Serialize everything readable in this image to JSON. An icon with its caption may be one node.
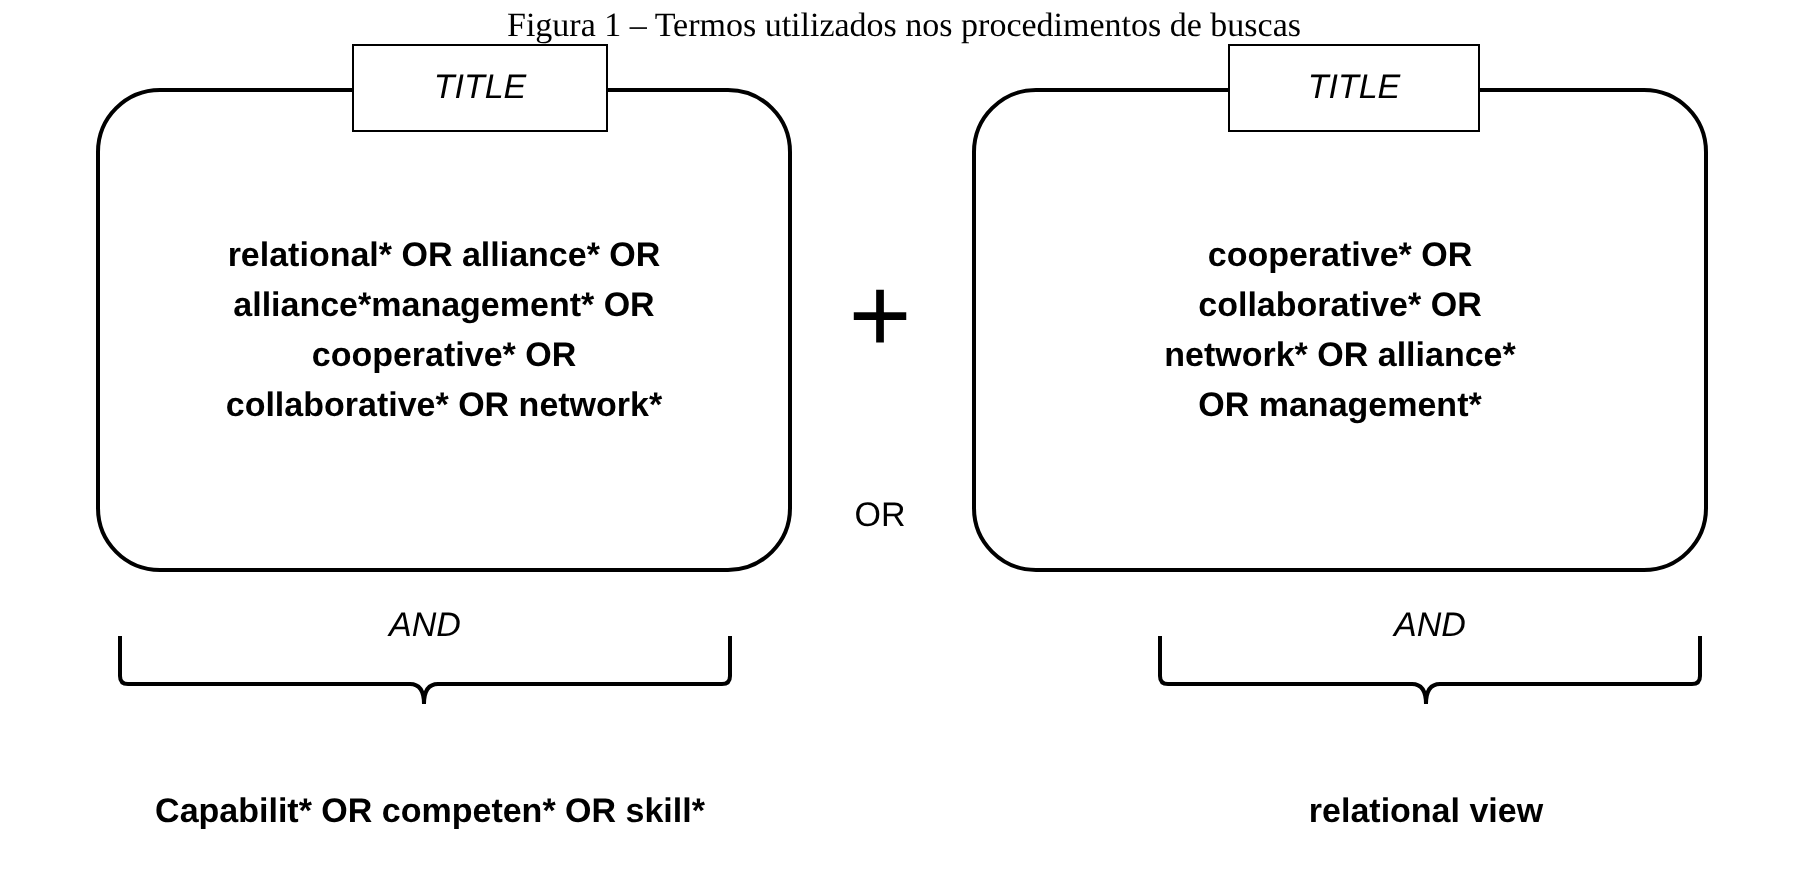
{
  "diagram": {
    "title": "Figura 1 – Termos utilizados nos procedimentos de buscas",
    "nodes": [
      {
        "text": [
          "TITLE"
        ]
      },
      {
        "text": [
          "relational* OR alliance* OR alliance*management* OR cooperative* OR collaborative* OR network*"
        ]
      },
      {
        "text": [
          "TITLE"
        ]
      },
      {
        "text": [
          "cooperative* OR collaborative* OR network* OR alliance* OR management*"
        ]
      }
    ],
    "edges": [],
    "labels": [
      "+",
      "OR",
      "AND",
      "AND",
      "Capabilit* OR competen* OR skill*",
      "relational view"
    ]
  }
}
